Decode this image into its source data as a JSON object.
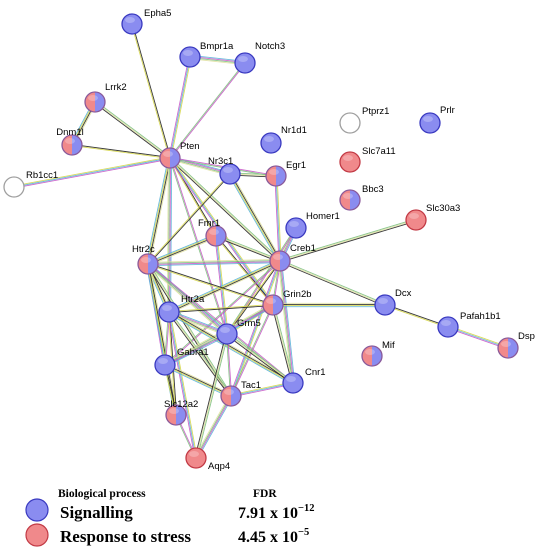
{
  "colors": {
    "signalling": "#8a8cf0",
    "signalling_stroke": "#3a3ac0",
    "stress": "#f0898b",
    "stress_stroke": "#c23a45",
    "empty_stroke": "#a0a0a0",
    "edge_colors": [
      "#222222",
      "#d6d64a",
      "#5ab2d8",
      "#c85ac8",
      "#7fc07f",
      "#e0e0a0"
    ]
  },
  "nodes": [
    {
      "id": "Epha5",
      "label": "Epha5",
      "type": "signalling"
    },
    {
      "id": "Bmpr1a",
      "label": "Bmpr1a",
      "type": "signalling"
    },
    {
      "id": "Notch3",
      "label": "Notch3",
      "type": "signalling"
    },
    {
      "id": "Lrrk2",
      "label": "Lrrk2",
      "type": "both"
    },
    {
      "id": "Dnm1l",
      "label": "Dnm1l",
      "type": "both"
    },
    {
      "id": "Pten",
      "label": "Pten",
      "type": "both"
    },
    {
      "id": "Rb1cc1",
      "label": "Rb1cc1",
      "type": "none"
    },
    {
      "id": "Ptprz1",
      "label": "Ptprz1",
      "type": "none"
    },
    {
      "id": "Prlr",
      "label": "Prlr",
      "type": "signalling"
    },
    {
      "id": "Nr1d1",
      "label": "Nr1d1",
      "type": "signalling"
    },
    {
      "id": "Nr3c1",
      "label": "Nr3c1",
      "type": "signalling"
    },
    {
      "id": "Egr1",
      "label": "Egr1",
      "type": "both"
    },
    {
      "id": "Slc7a11",
      "label": "Slc7a11",
      "type": "stress"
    },
    {
      "id": "Bbc3",
      "label": "Bbc3",
      "type": "both"
    },
    {
      "id": "Slc30a3",
      "label": "Slc30a3",
      "type": "stress"
    },
    {
      "id": "Homer1",
      "label": "Homer1",
      "type": "signalling"
    },
    {
      "id": "Fmr1",
      "label": "Fmr1",
      "type": "both"
    },
    {
      "id": "Creb1",
      "label": "Creb1",
      "type": "both"
    },
    {
      "id": "Htr2c",
      "label": "Htr2c",
      "type": "both"
    },
    {
      "id": "Grin2b",
      "label": "Grin2b",
      "type": "both"
    },
    {
      "id": "Dcx",
      "label": "Dcx",
      "type": "signalling"
    },
    {
      "id": "Htr2a",
      "label": "Htr2a",
      "type": "signalling"
    },
    {
      "id": "Pafah1b1",
      "label": "Pafah1b1",
      "type": "signalling"
    },
    {
      "id": "Grm5",
      "label": "Grm5",
      "type": "signalling"
    },
    {
      "id": "Dsp",
      "label": "Dsp",
      "type": "both"
    },
    {
      "id": "Gabra1",
      "label": "Gabra1",
      "type": "signalling"
    },
    {
      "id": "Mif",
      "label": "Mif",
      "type": "both"
    },
    {
      "id": "Cnr1",
      "label": "Cnr1",
      "type": "signalling"
    },
    {
      "id": "Tac1",
      "label": "Tac1",
      "type": "both"
    },
    {
      "id": "Slc12a2",
      "label": "Slc12a2",
      "type": "both"
    },
    {
      "id": "Aqp4",
      "label": "Aqp4",
      "type": "stress"
    }
  ],
  "edges": [
    [
      "Epha5",
      "Pten"
    ],
    [
      "Bmpr1a",
      "Pten"
    ],
    [
      "Bmpr1a",
      "Notch3"
    ],
    [
      "Notch3",
      "Pten"
    ],
    [
      "Lrrk2",
      "Pten"
    ],
    [
      "Lrrk2",
      "Dnm1l"
    ],
    [
      "Dnm1l",
      "Pten"
    ],
    [
      "Rb1cc1",
      "Pten"
    ],
    [
      "Pten",
      "Nr3c1"
    ],
    [
      "Pten",
      "Egr1"
    ],
    [
      "Pten",
      "Creb1"
    ],
    [
      "Pten",
      "Htr2c"
    ],
    [
      "Pten",
      "Fmr1"
    ],
    [
      "Pten",
      "Grin2b"
    ],
    [
      "Pten",
      "Htr2a"
    ],
    [
      "Pten",
      "Grm5"
    ],
    [
      "Nr3c1",
      "Egr1"
    ],
    [
      "Nr3c1",
      "Creb1"
    ],
    [
      "Nr3c1",
      "Htr2c"
    ],
    [
      "Egr1",
      "Creb1"
    ],
    [
      "Homer1",
      "Creb1"
    ],
    [
      "Homer1",
      "Grm5"
    ],
    [
      "Fmr1",
      "Creb1"
    ],
    [
      "Fmr1",
      "Htr2c"
    ],
    [
      "Fmr1",
      "Grin2b"
    ],
    [
      "Fmr1",
      "Grm5"
    ],
    [
      "Creb1",
      "Htr2c"
    ],
    [
      "Creb1",
      "Grin2b"
    ],
    [
      "Creb1",
      "Slc30a3"
    ],
    [
      "Creb1",
      "Htr2a"
    ],
    [
      "Creb1",
      "Grm5"
    ],
    [
      "Creb1",
      "Tac1"
    ],
    [
      "Creb1",
      "Cnr1"
    ],
    [
      "Creb1",
      "Gabra1"
    ],
    [
      "Creb1",
      "Dcx"
    ],
    [
      "Htr2c",
      "Htr2a"
    ],
    [
      "Htr2c",
      "Grin2b"
    ],
    [
      "Htr2c",
      "Gabra1"
    ],
    [
      "Htr2c",
      "Grm5"
    ],
    [
      "Htr2c",
      "Cnr1"
    ],
    [
      "Htr2c",
      "Tac1"
    ],
    [
      "Htr2c",
      "Slc12a2"
    ],
    [
      "Grin2b",
      "Htr2a"
    ],
    [
      "Grin2b",
      "Grm5"
    ],
    [
      "Grin2b",
      "Gabra1"
    ],
    [
      "Grin2b",
      "Tac1"
    ],
    [
      "Grin2b",
      "Cnr1"
    ],
    [
      "Grin2b",
      "Dcx"
    ],
    [
      "Dcx",
      "Pafah1b1"
    ],
    [
      "Pafah1b1",
      "Dsp"
    ],
    [
      "Htr2a",
      "Grm5"
    ],
    [
      "Htr2a",
      "Gabra1"
    ],
    [
      "Htr2a",
      "Tac1"
    ],
    [
      "Htr2a",
      "Cnr1"
    ],
    [
      "Htr2a",
      "Slc12a2"
    ],
    [
      "Htr2a",
      "Aqp4"
    ],
    [
      "Grm5",
      "Gabra1"
    ],
    [
      "Grm5",
      "Tac1"
    ],
    [
      "Grm5",
      "Cnr1"
    ],
    [
      "Gabra1",
      "Tac1"
    ],
    [
      "Gabra1",
      "Slc12a2"
    ],
    [
      "Tac1",
      "Cnr1"
    ],
    [
      "Tac1",
      "Aqp4"
    ],
    [
      "Slc12a2",
      "Aqp4"
    ],
    [
      "Grm5",
      "Aqp4"
    ]
  ],
  "legend": {
    "header_process": "Biological process",
    "header_fdr": "FDR",
    "rows": [
      {
        "type": "signalling",
        "label": "Signalling",
        "fdr_mantissa": "7.91 x 10",
        "fdr_exp": "−12"
      },
      {
        "type": "stress",
        "label": "Response to stress",
        "fdr_mantissa": "4.45 x 10",
        "fdr_exp": "−5"
      }
    ]
  }
}
